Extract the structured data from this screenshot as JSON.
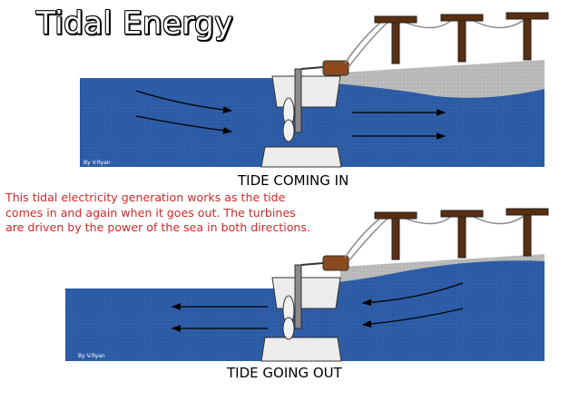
{
  "title": "Tidal Energy",
  "description": "This tidal electricity generation works as the tide comes in and again when it goes out. The turbines are driven by the power of the sea in both directions.",
  "panels": [
    {
      "caption": "TIDE COMING IN",
      "credit": "By V.Ryan"
    },
    {
      "caption": "TIDE GOING OUT",
      "credit": "By V.Ryan"
    }
  ],
  "colors": {
    "sea": "#2e5ea8",
    "land": "#bcbcbc",
    "pole": "#5a2e10",
    "concrete": "#e8e8e8",
    "text_red": "#cc2a2a"
  }
}
